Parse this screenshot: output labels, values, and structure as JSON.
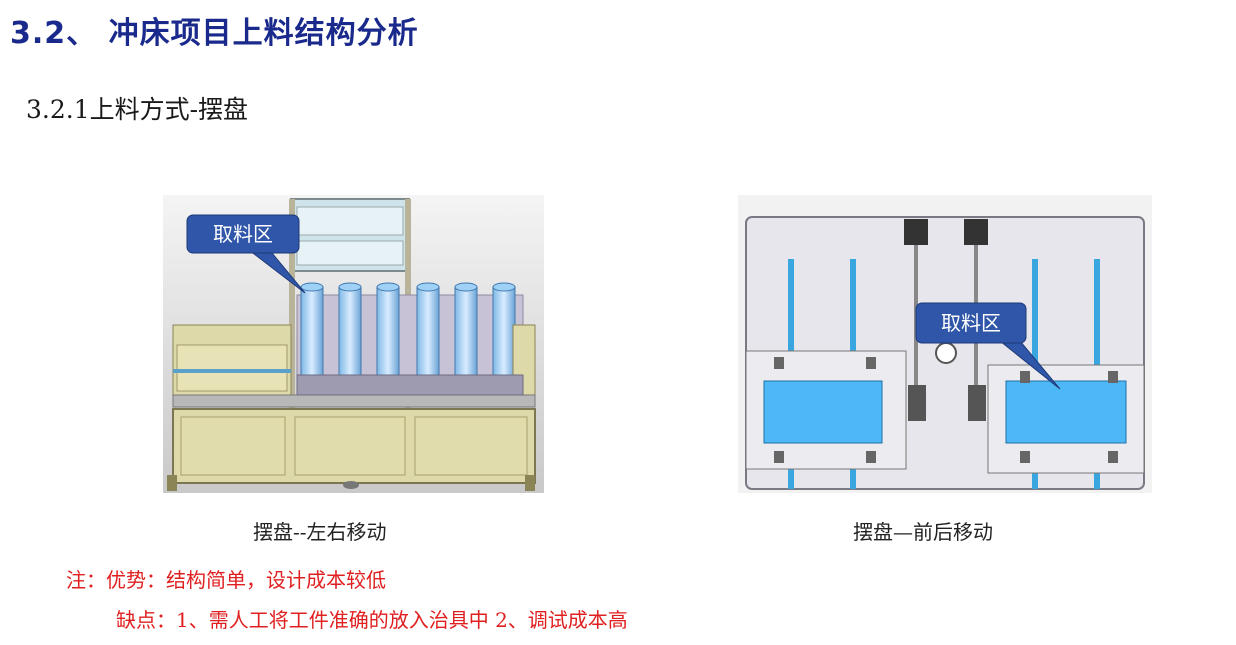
{
  "header": {
    "title": "3.2、 冲床项目上料结构分析",
    "subtitle": "3.2.1上料方式-摆盘"
  },
  "figures": [
    {
      "callout": "取料区",
      "caption": "摆盘--左右移动"
    },
    {
      "callout": "取料区",
      "caption": "摆盘—前后移动"
    }
  ],
  "notes": {
    "line1": "注：优势：结构简单，设计成本较低",
    "line2": "缺点：1、需人工将工件准确的放入治具中   2、调试成本高"
  },
  "colors": {
    "title": "#1a2a8c",
    "note": "#e02020",
    "callout_fill": "#2f56a8",
    "tray_fill": "#4db8f5",
    "frame_fill": "#ded9a8"
  }
}
